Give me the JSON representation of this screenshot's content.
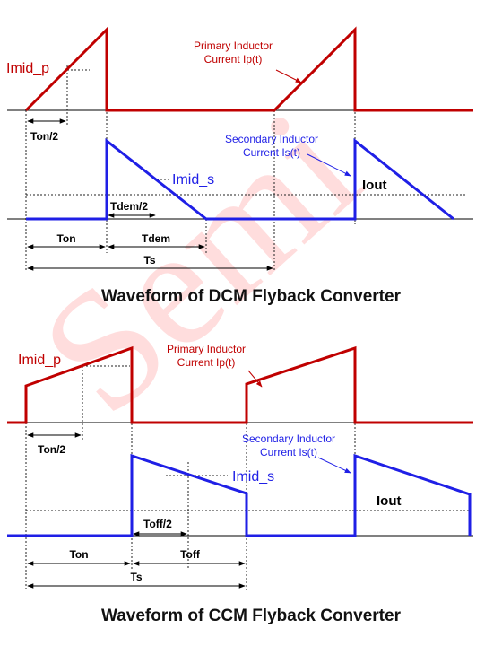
{
  "colors": {
    "primary_wave": "#c00000",
    "secondary_wave": "#1f1fe6",
    "axis": "#000000",
    "guide": "#222222",
    "watermark": "#ff5a5a",
    "caption": "#111111"
  },
  "watermark": {
    "text": "Semi"
  },
  "dcm": {
    "title": "Waveform of DCM Flyback Converter",
    "labels": {
      "imid_p": "Imid_p",
      "primary": [
        "Primary Inductor",
        "Current Ip(t)"
      ],
      "ton_half": "Ton/2",
      "secondary": [
        "Secondary Inductor",
        "Current Is(t)"
      ],
      "imid_s": "Imid_s",
      "iout": "Iout",
      "tdem_half": "Tdem/2",
      "ton": "Ton",
      "tdem": "Tdem",
      "ts": "Ts"
    }
  },
  "ccm": {
    "title": "Waveform of CCM Flyback Converter",
    "labels": {
      "imid_p": "Imid_p",
      "primary": [
        "Primary Inductor",
        "Current Ip(t)"
      ],
      "ton_half": "Ton/2",
      "secondary": [
        "Secondary Inductor",
        "Current Is(t)"
      ],
      "imid_s": "Imid_s",
      "iout": "Iout",
      "toff_half": "Toff/2",
      "ton": "Ton",
      "toff": "Toff",
      "ts": "Ts"
    }
  }
}
